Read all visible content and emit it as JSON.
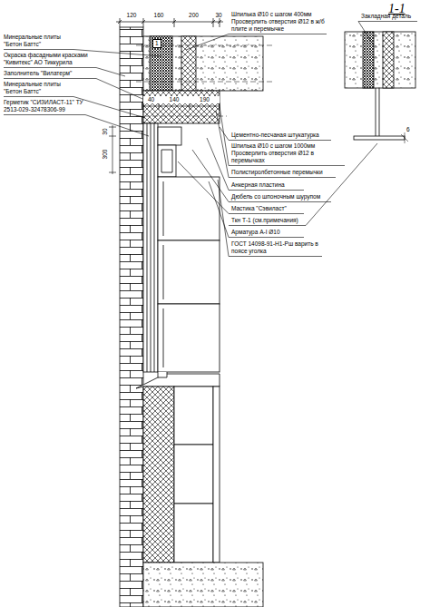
{
  "diagram": {
    "title": "1-1",
    "labels": [
      "120",
      "160",
      "200",
      "30",
      "1",
      "Минеральные плиты \"Бетон Баттс\"",
      "Окраска фасадными красками \"Кивитекс\" АО Тиккурила",
      "Заполнитель \"Вилатерм\"",
      "Минеральные плиты \"Бетон Баттс\"",
      "Герметик \"СИЗИЛАСТ-11\" ТУ 2513-029-32478306-99",
      "40",
      "140",
      "190",
      "300",
      "30",
      "Шпилька Ø10 с шагом 400мм Просверлить отверстия Ø12 в ж/б плите и перемычке",
      "Закладная деталь",
      "Цементно-песчаная штукатурка",
      "Шпилька Ø10 с шагом 1000мм Просверлить отверстия Ø12 в перемычках",
      "Полистиролбетонные перемычки",
      "Анкерная пластина",
      "Дюбель со шпоночным шурупом",
      "Мастика \"Сэвиласт\"",
      "Ткн Т-1 (см.примечания)",
      "Арматура А-I Ø10",
      "ГОСТ 14098-91-Н1-Рш варить в поясе уголка",
      "6"
    ]
  }
}
